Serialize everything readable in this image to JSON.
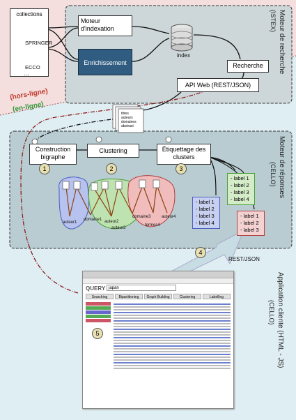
{
  "collections": {
    "title": "collections",
    "springer": "SPRINGER",
    "ecco": "ECCO",
    "more": "..."
  },
  "search_engine": {
    "title": "Moteur de recherche",
    "subtitle": "(ISTEX)",
    "indexing": "Moteur d'indexation",
    "enrichment": "Enrichissement",
    "index": "index",
    "search": "Recherche",
    "api": "API Web (REST/JSON)"
  },
  "offline_label": "(hors-ligne)",
  "online_label": "(en-ligne)",
  "doc_fields": [
    "titres",
    "auteurs",
    "domaines",
    "abstract"
  ],
  "response_engine": {
    "title": "Moteur de réponses",
    "subtitle": "(CELLO)",
    "step1": "Construction bigraphe",
    "step2": "Clustering",
    "step3": "Étiquettage des clusters",
    "n1": "1",
    "n2": "2",
    "n3": "3",
    "graph_labels": [
      "auteur1",
      "domaine1",
      "auteur2",
      "auteur3",
      "domaine3",
      "termes4",
      "auteur4"
    ],
    "label_boxes": [
      {
        "items": [
          "- label 1",
          "- label 2",
          "- label 3",
          "- label 4"
        ],
        "color": "#c8d0f0",
        "border": "#4a5fbf"
      },
      {
        "items": [
          "- label 1",
          "- label 2",
          "- label 3",
          "- label 4"
        ],
        "color": "#d4edc8",
        "border": "#4a9f3a"
      },
      {
        "items": [
          "- label 1",
          "- label 2",
          "- label 3"
        ],
        "color": "#f4d2d2",
        "border": "#b04040"
      }
    ]
  },
  "rest_json": "REST/JSON",
  "n4": "4",
  "client": {
    "title": "Application cliente (HTML - JS)",
    "subtitle": "(CELLO)",
    "n5": "5",
    "query_label": "QUERY",
    "query_value": "japan",
    "tabs": [
      "Searching",
      "Bipartitioning",
      "Graph Building",
      "Clustering",
      "Labelling"
    ]
  },
  "colors": {
    "offline_bg": "#f4dede",
    "online_bg": "#dfeef3",
    "engine_bg": "#cdd6d8",
    "offline_text": "#c0392b",
    "online_text": "#2e9a3a",
    "arrow_red": "#8b1a1a"
  }
}
